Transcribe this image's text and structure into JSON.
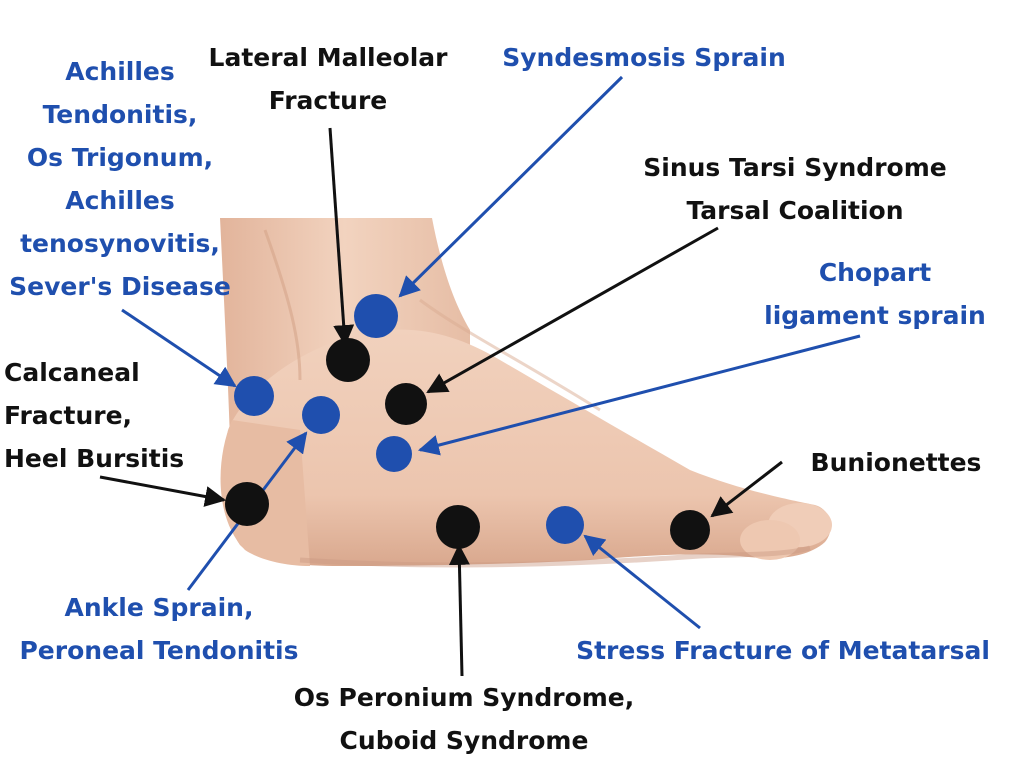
{
  "colors": {
    "blue": "#1f4fae",
    "black": "#111111",
    "skin_light": "#f4d6c4",
    "skin_mid": "#e8bca4",
    "skin_dark": "#c99a82"
  },
  "labels": {
    "achilles": {
      "color": "blue",
      "lines": [
        "Achilles",
        "Tendonitis,",
        "Os Trigonum,",
        "Achilles",
        "tenosynovitis,",
        "Sever's Disease"
      ]
    },
    "lateral_malleolar": {
      "color": "black",
      "lines": [
        "Lateral Malleolar",
        "Fracture"
      ]
    },
    "syndesmosis": {
      "color": "blue",
      "lines": [
        "Syndesmosis Sprain"
      ]
    },
    "sinus_tarsi": {
      "color": "black",
      "lines": [
        "Sinus Tarsi Syndrome",
        "Tarsal Coalition"
      ]
    },
    "chopart": {
      "color": "blue",
      "lines": [
        "Chopart",
        "ligament sprain"
      ]
    },
    "calcaneal": {
      "color": "black",
      "lines": [
        "Calcaneal",
        "Fracture,",
        "Heel Bursitis"
      ]
    },
    "bunionettes": {
      "color": "black",
      "lines": [
        "Bunionettes"
      ]
    },
    "ankle_sprain": {
      "color": "blue",
      "lines": [
        "Ankle Sprain,",
        "Peroneal Tendonitis"
      ]
    },
    "stress_fracture": {
      "color": "blue",
      "lines": [
        "Stress Fracture of Metatarsal"
      ]
    },
    "os_peronium": {
      "color": "black",
      "lines": [
        "Os Peronium Syndrome,",
        "Cuboid Syndrome"
      ]
    }
  }
}
